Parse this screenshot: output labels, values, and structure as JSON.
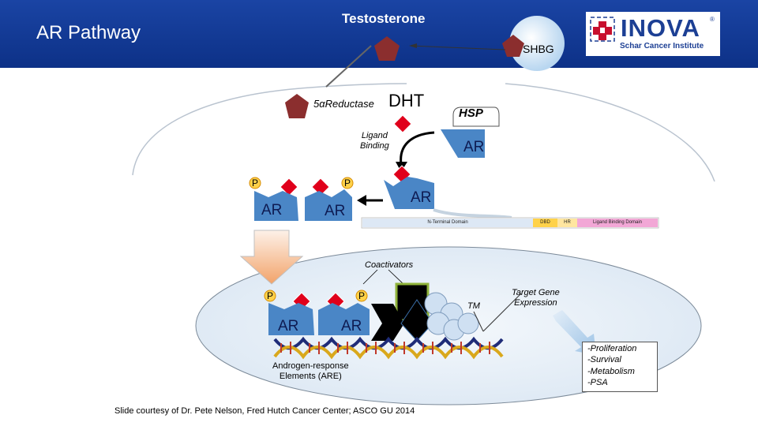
{
  "header": {
    "title": "AR Pathway",
    "testosterone": "Testosterone",
    "logo_word": "INOVA",
    "logo_reg": "®",
    "logo_sub": "Schar Cancer Institute"
  },
  "labels": {
    "shbg": "SHBG",
    "reductase": "5αReductase",
    "dht": "DHT",
    "hsp": "HSP",
    "ligand_line1": "Ligand",
    "ligand_line2": "Binding",
    "coactivators": "Coactivators",
    "tm": "TM",
    "target_line1": "Target Gene",
    "target_line2": "Expression",
    "are_line1": "Androgen-response",
    "are_line2": "Elements (ARE)",
    "credit": "Slide courtesy of Dr. Pete Nelson, Fred Hutch Cancer Center; ASCO GU 2014",
    "ar": "AR",
    "p": "P"
  },
  "domains": {
    "n_terminal": "N-Terminal Domain",
    "dbd": "DBD",
    "hr": "HR",
    "ligand_binding": "Ligand Binding Domain"
  },
  "outcomes": [
    "-Proliferation",
    "-Survival",
    "-Metabolism",
    "-PSA"
  ],
  "colors": {
    "header_blue": "#1a44a4",
    "ar_blue": "#4a86c6",
    "ligand_red": "#e0001b",
    "pentagon": "#8b2e2e",
    "nucleus": "#e6eef7",
    "coactivator_green": "#8fb33a",
    "dbd_yellow": "#ffd24a",
    "lbd_pink": "#f2a7d6"
  }
}
